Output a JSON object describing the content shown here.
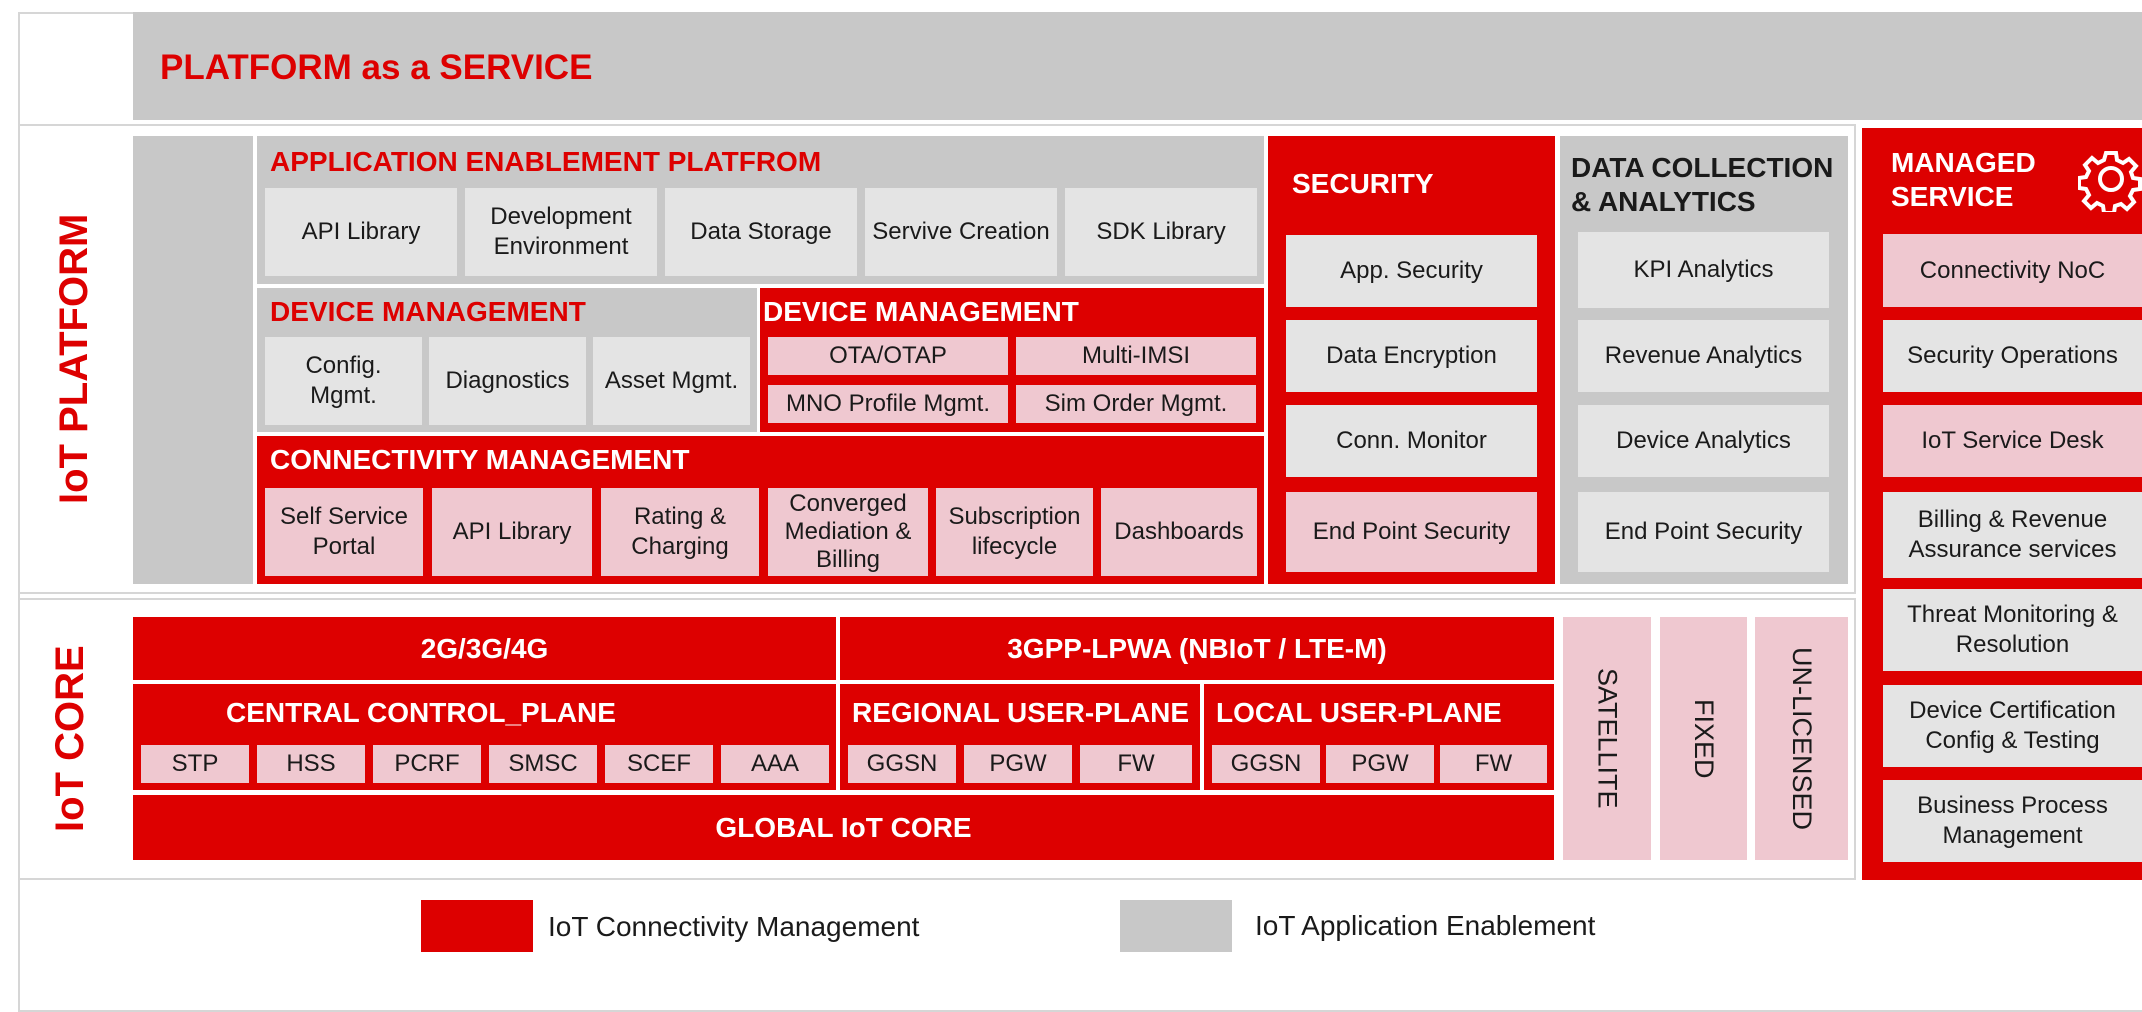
{
  "title": "PLATFORM as a SERVICE",
  "side_labels": {
    "platform": "IoT PLATFORM",
    "core": "IoT CORE"
  },
  "aep": {
    "title": "APPLICATION ENABLEMENT PLATFROM",
    "items": [
      "API Library",
      "Development Environment",
      "Data Storage",
      "Servive Creation",
      "SDK Library"
    ]
  },
  "dm_gray": {
    "title": "DEVICE MANAGEMENT",
    "items": [
      "Config. Mgmt.",
      "Diagnostics",
      "Asset Mgmt."
    ]
  },
  "dm_red": {
    "title": "DEVICE MANAGEMENT",
    "items": [
      "OTA/OTAP",
      "Multi-IMSI",
      "MNO Profile Mgmt.",
      "Sim Order Mgmt."
    ]
  },
  "conn": {
    "title": "CONNECTIVITY MANAGEMENT",
    "items": [
      "Self Service Portal",
      "API Library",
      "Rating & Charging",
      "Converged Mediation & Billing",
      "Subscription lifecycle",
      "Dashboards"
    ]
  },
  "security": {
    "title": "SECURITY",
    "items": [
      "App. Security",
      "Data Encryption",
      "Conn. Monitor",
      "End Point Security"
    ]
  },
  "analytics": {
    "title": "DATA COLLECTION & ANALYTICS",
    "items": [
      "KPI Analytics",
      "Revenue Analytics",
      "Device Analytics",
      "End Point Security"
    ]
  },
  "managed": {
    "title": "MANAGED SERVICE",
    "items": [
      "Connectivity NoC",
      "Security Operations",
      "IoT Service Desk",
      "Billing & Revenue Assurance services",
      "Threat Monitoring & Resolution",
      "Device Certification Config & Testing",
      "Business Process Management"
    ]
  },
  "core": {
    "gen": "2G/3G/4G",
    "lpwa": "3GPP-LPWA (NBIoT / LTE-M)",
    "central": {
      "title": "CENTRAL CONTROL_PLANE",
      "items": [
        "STP",
        "HSS",
        "PCRF",
        "SMSC",
        "SCEF",
        "AAA"
      ]
    },
    "regional": {
      "title": "REGIONAL USER-PLANE",
      "items": [
        "GGSN",
        "PGW",
        "FW"
      ]
    },
    "local": {
      "title": "LOCAL USER-PLANE",
      "items": [
        "GGSN",
        "PGW",
        "FW"
      ]
    },
    "global": "GLOBAL IoT CORE",
    "side": [
      "SATELLITE",
      "FIXED",
      "UN-LICENSED"
    ]
  },
  "legend": {
    "red_label": "IoT Connectivity Management",
    "gray_label": "IoT Application Enablement"
  },
  "colors": {
    "red": "#dd0000",
    "gray": "#c8c8c8",
    "light_gray": "#e4e4e4",
    "pink": "#efc8d0"
  },
  "icons": {
    "managed": "gear-icon"
  }
}
